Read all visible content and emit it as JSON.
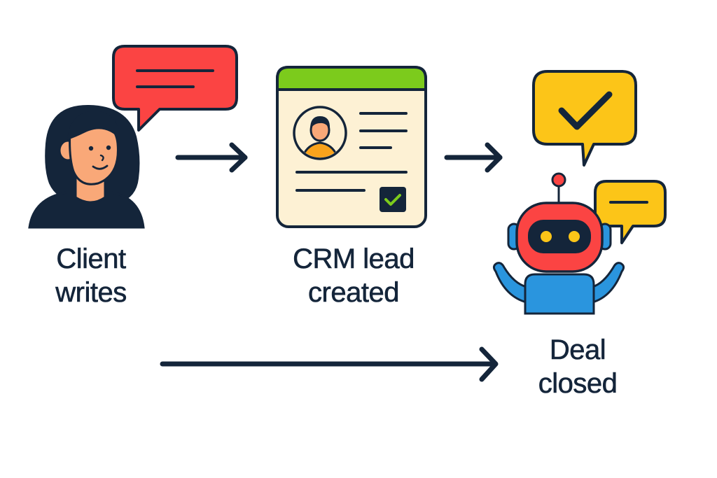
{
  "diagram": {
    "type": "flow",
    "steps": [
      {
        "id": "client",
        "line1": "Client",
        "line2": "writes",
        "icon": "person-with-speech-bubble-icon"
      },
      {
        "id": "crm",
        "line1": "CRM lead",
        "line2": "created",
        "icon": "crm-contact-card-icon"
      },
      {
        "id": "deal",
        "line1": "Deal",
        "line2": "closed",
        "icon": "robot-with-speech-bubbles-icon"
      }
    ],
    "connectors": [
      {
        "from": "client",
        "to": "crm",
        "icon": "arrow-right-icon"
      },
      {
        "from": "crm",
        "to": "deal",
        "icon": "arrow-right-icon"
      },
      {
        "from": "client",
        "to": "deal",
        "icon": "long-arrow-right-icon"
      }
    ]
  },
  "colors": {
    "outline": "#14253a",
    "speech_red": "#fb4443",
    "skin": "#f9a878",
    "card_bg": "#fdf1d4",
    "card_header": "#7ccb1c",
    "avatar_shirt": "#f9a31c",
    "check_green": "#7ccb1c",
    "speech_yellow": "#fcc518",
    "robot_red": "#fb4443",
    "robot_blue": "#2a95de",
    "robot_eye": "#fcc518"
  }
}
